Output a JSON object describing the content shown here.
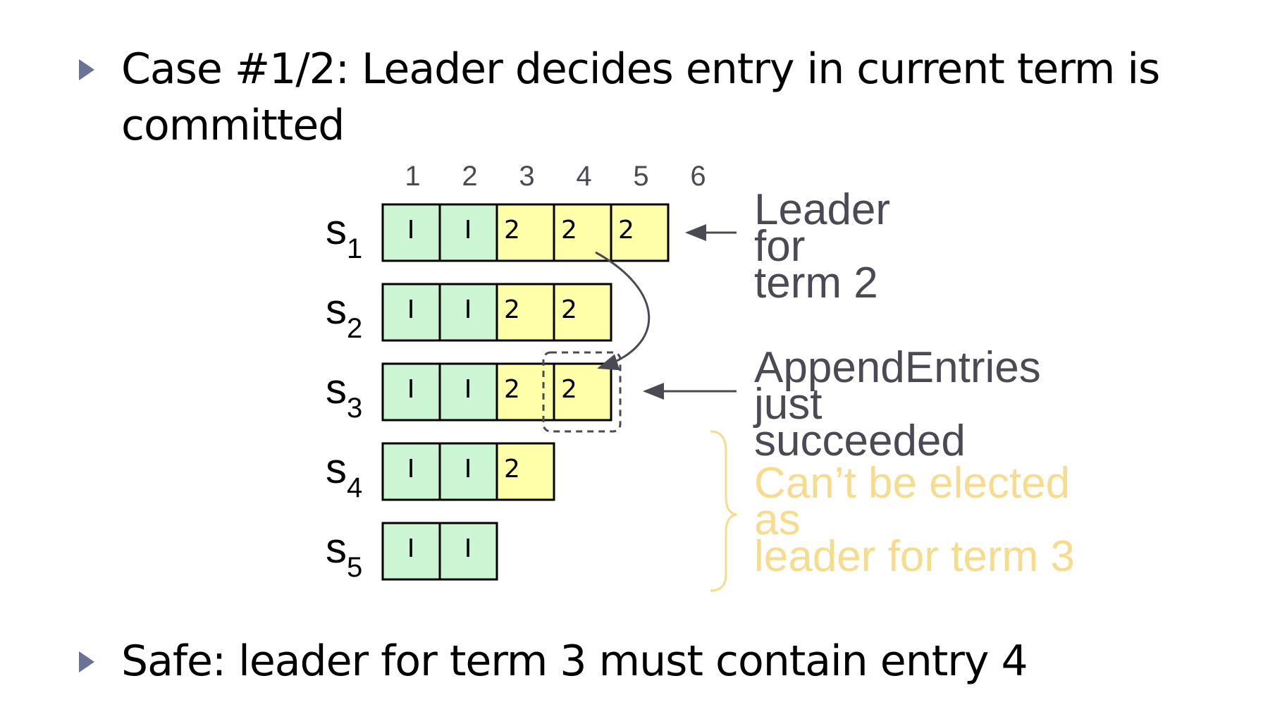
{
  "bullets": [
    {
      "line1": "Case #1/2: Leader decides entry in current term is",
      "line2": "committed"
    },
    {
      "line1": "Safe: leader for term 3 must contain entry 4"
    }
  ],
  "column_indices": [
    "1",
    "2",
    "3",
    "4",
    "5",
    "6"
  ],
  "servers": [
    {
      "name": "s",
      "sub": "1",
      "entries": [
        "1",
        "1",
        "2",
        "2",
        "2"
      ]
    },
    {
      "name": "s",
      "sub": "2",
      "entries": [
        "1",
        "1",
        "2",
        "2"
      ]
    },
    {
      "name": "s",
      "sub": "3",
      "entries": [
        "1",
        "1",
        "2",
        "2"
      ]
    },
    {
      "name": "s",
      "sub": "4",
      "entries": [
        "1",
        "1",
        "2"
      ]
    },
    {
      "name": "s",
      "sub": "5",
      "entries": [
        "1",
        "1"
      ]
    }
  ],
  "annotations": {
    "leader": "Leader\nfor\nterm 2",
    "append": "AppendEntries\njust\nsucceeded",
    "cannot_elect": "Can’t be elected\nas\nleader for term 3"
  },
  "colors": {
    "term1": "#ccf5d4",
    "term2": "#ffffaa",
    "annotation_gray": "#4a4a55",
    "annotation_yellow": "#f7dc8e",
    "bullet": "#6b7395"
  }
}
